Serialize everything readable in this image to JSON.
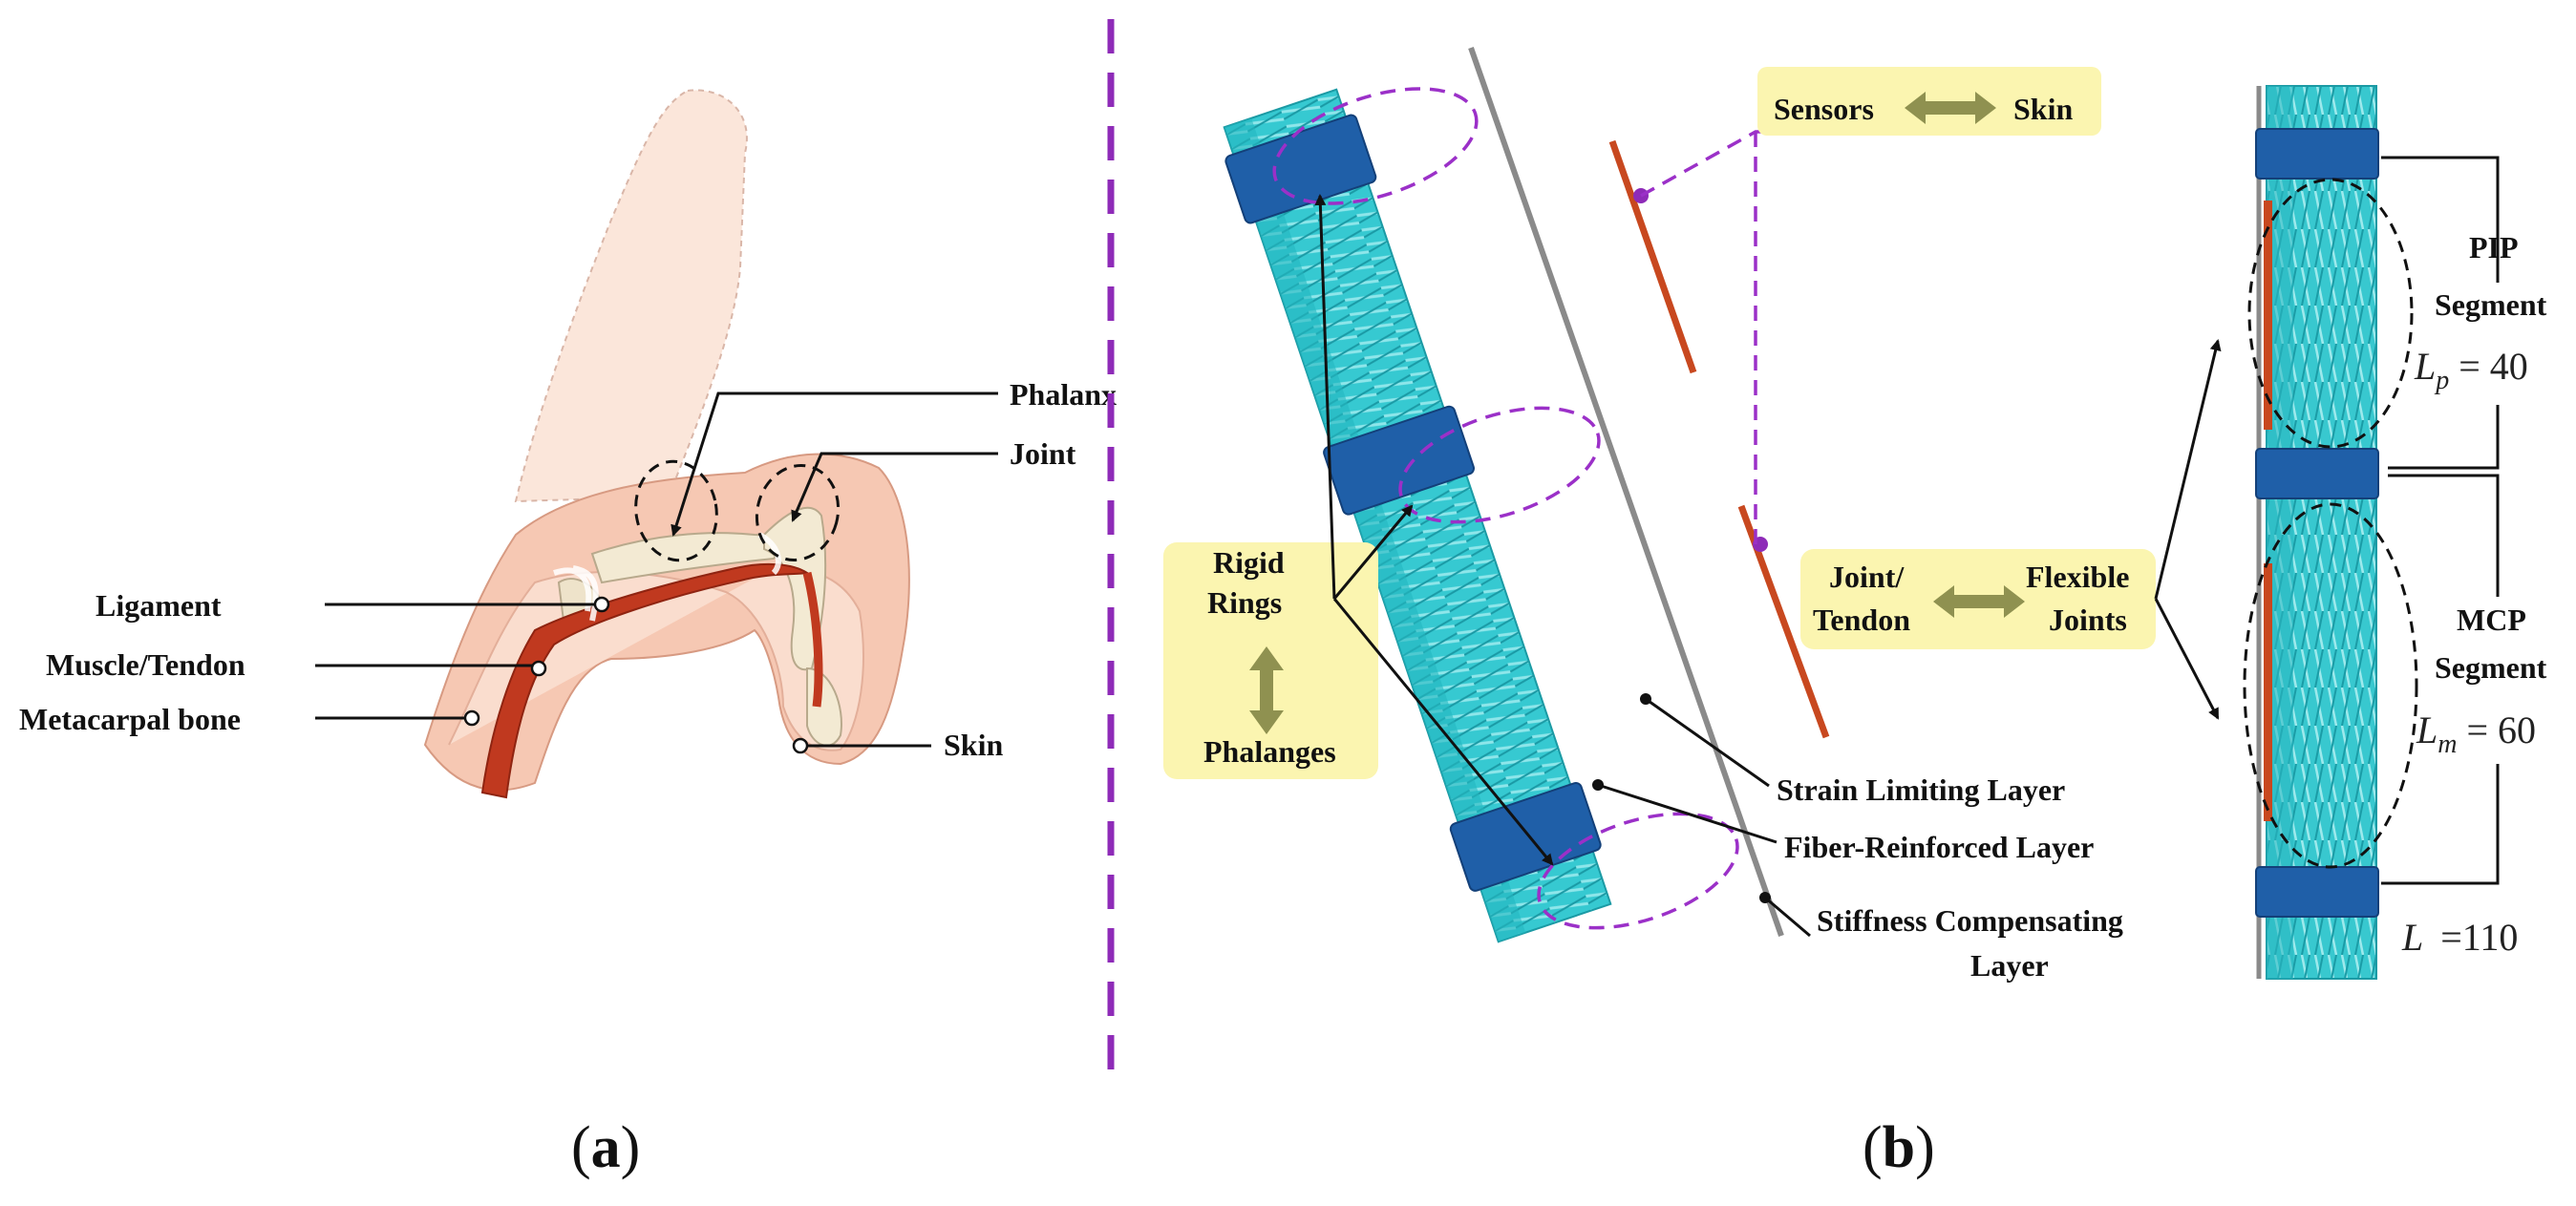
{
  "panel_a": {
    "labels": {
      "phalanx": "Phalanx",
      "joint": "Joint",
      "ligament": "Ligament",
      "muscle_tendon": "Muscle/Tendon",
      "metacarpal": "Metacarpal bone",
      "skin": "Skin"
    },
    "caption_open": "(",
    "caption_letter": "a",
    "caption_close": ")"
  },
  "panel_b": {
    "sensors": "Sensors",
    "skin": "Skin",
    "rigid_1": "Rigid",
    "rigid_2": "Rings",
    "phalanges": "Phalanges",
    "joint_1": "Joint/",
    "joint_2": "Tendon",
    "flexible_1": "Flexible",
    "flexible_2": "Joints",
    "strain_limiting": "Strain Limiting Layer",
    "fiber_reinforced": "Fiber-Reinforced Layer",
    "stiffness_1": "Stiffness Compensating",
    "stiffness_2": "Layer",
    "pip_1": "PIP",
    "pip_2": "Segment",
    "pip_sym": "L",
    "pip_sub": "p",
    "pip_val": "= 40",
    "mcp_1": "MCP",
    "mcp_2": "Segment",
    "mcp_sym": "L",
    "mcp_sub": "m",
    "mcp_val": "= 60",
    "total_sym": "L",
    "total_val": "=110",
    "caption_open": "(",
    "caption_letter": "b",
    "caption_close": ")"
  },
  "colors": {
    "actuator": "#2fc6cf",
    "ring": "#1f5fa8",
    "sensor": "#c8481f",
    "highlight": "#fbf5b0",
    "divider": "#8e2bb8"
  }
}
